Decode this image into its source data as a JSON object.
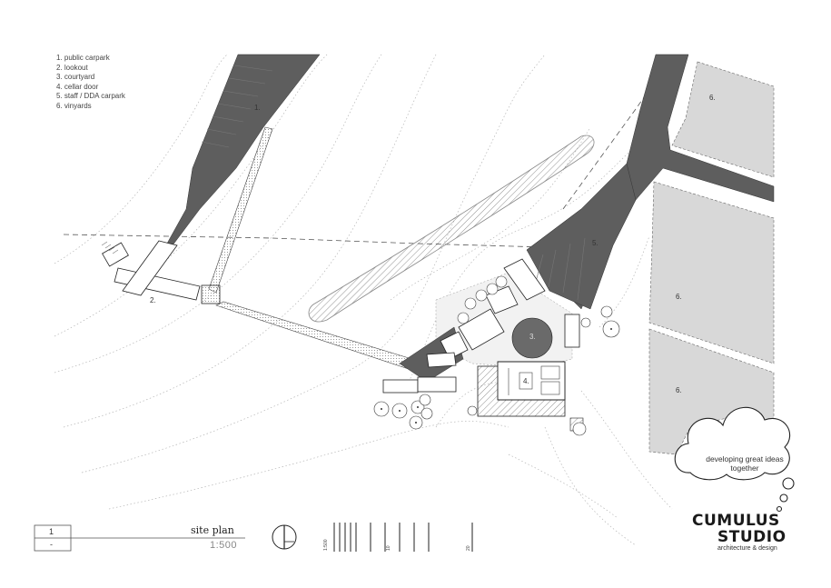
{
  "legend": [
    "1. public carpark",
    "2. lookout",
    "3. courtyard",
    "4. cellar door",
    "5. staff / DDA carpark",
    "6. vinyards"
  ],
  "zone_labels": {
    "z1": "1.",
    "z2": "2.",
    "z3": "3.",
    "z4": "4.",
    "z5": "5.",
    "z6a": "6.",
    "z6b": "6.",
    "z6c": "6."
  },
  "title_block": {
    "sheet_number": "1",
    "revision": "-",
    "title": "site plan",
    "scale": "1:500"
  },
  "scale_bar": {
    "labels": [
      "1:500",
      "10",
      "20"
    ]
  },
  "brand": {
    "line1": "CUMULUS",
    "line2": "STUDIO",
    "tagline": "architecture & design",
    "cloud_text": "developing great ideas together"
  },
  "colors": {
    "paving": "#5e5e5e",
    "vineyard": "#d8d8d8",
    "contour": "#b0b0b0"
  }
}
